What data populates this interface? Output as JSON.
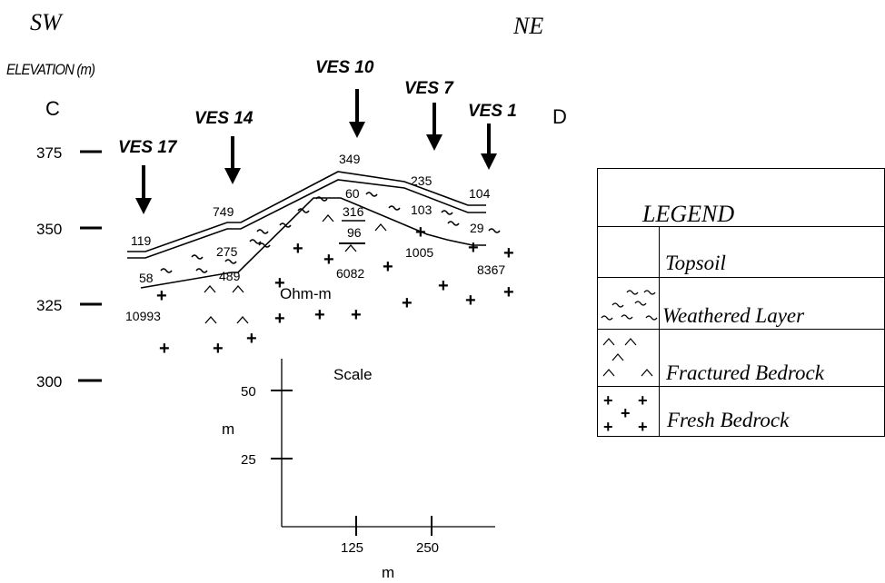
{
  "orientation": {
    "left": "SW",
    "right": "NE"
  },
  "elevation_title": "ELEVATION (m)",
  "profile_ends": {
    "start": "C",
    "end": "D"
  },
  "elevation_ticks": [
    "375",
    "350",
    "325",
    "300"
  ],
  "ves": [
    {
      "label": "VES 17",
      "values": [
        "119",
        "58",
        "10993"
      ]
    },
    {
      "label": "VES 14",
      "values": [
        "749",
        "275",
        "489"
      ]
    },
    {
      "label": "VES 10",
      "values": [
        "349",
        "60",
        "316",
        "96",
        "6082"
      ]
    },
    {
      "label": "VES 7",
      "values": [
        "235",
        "103",
        "1005"
      ]
    },
    {
      "label": "VES 1",
      "values": [
        "104",
        "29",
        "8367"
      ]
    }
  ],
  "resistivity_unit": "Ohm-m",
  "scale": {
    "title": "Scale",
    "vertical_ticks": [
      "50",
      "25"
    ],
    "vertical_unit": "m",
    "horizontal_ticks": [
      "125",
      "250"
    ],
    "horizontal_unit": "m"
  },
  "legend": {
    "title": "LEGEND",
    "items": [
      {
        "label": "Topsoil",
        "pattern": "blank"
      },
      {
        "label": "Weathered Layer",
        "pattern": "tilde"
      },
      {
        "label": "Fractured Bedrock",
        "pattern": "caret"
      },
      {
        "label": "Fresh Bedrock",
        "pattern": "plus"
      }
    ]
  },
  "colors": {
    "ink": "#000000",
    "background": "#ffffff"
  }
}
